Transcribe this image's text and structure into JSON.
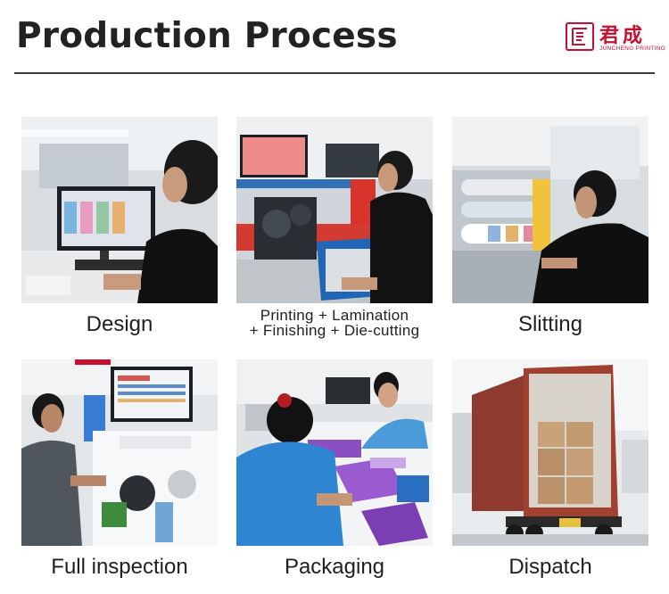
{
  "header": {
    "title": "Production Process",
    "logo_cn": "君成",
    "logo_en": "JUNCHENG PRINTING"
  },
  "steps": [
    {
      "label": "Design",
      "photo": "designer-at-computer-photo"
    },
    {
      "label_line1": "Printing + Lamination",
      "label_line2": "+ Finishing + Die-cutting",
      "photo": "printing-press-photo"
    },
    {
      "label": "Slitting",
      "photo": "slitting-machine-photo"
    },
    {
      "label": "Full inspection",
      "photo": "inspection-machine-photo"
    },
    {
      "label": "Packaging",
      "photo": "packaging-workers-photo"
    },
    {
      "label": "Dispatch",
      "photo": "shipping-container-photo"
    }
  ],
  "colors": {
    "brand": "#c8102e",
    "title": "#222222",
    "divider": "#3d3d3d"
  }
}
